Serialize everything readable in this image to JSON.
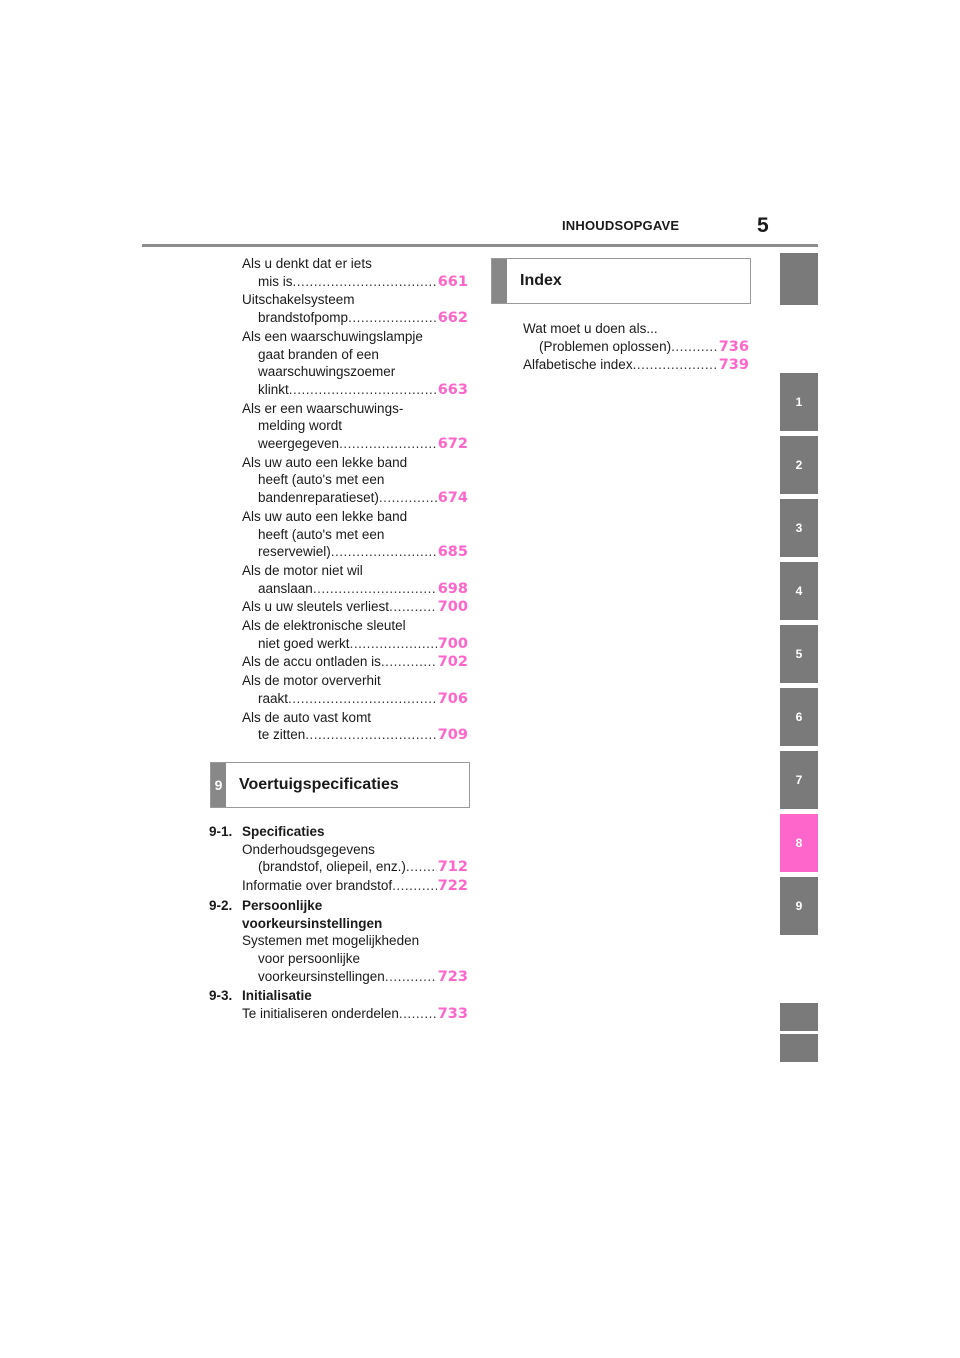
{
  "header": {
    "title": "INHOUDSOPGAVE",
    "page_number": "5"
  },
  "left_column": {
    "entries": [
      {
        "lines": [
          "Als u denkt dat er iets"
        ],
        "last": "mis is",
        "page": "661"
      },
      {
        "lines": [
          "Uitschakelsysteem"
        ],
        "last": "brandstofpomp",
        "page": "662"
      },
      {
        "lines": [
          "Als een waarschuwingslampje",
          "gaat branden of een",
          "waarschuwingszoemer"
        ],
        "last": "klinkt",
        "page": "663"
      },
      {
        "lines": [
          "Als er een waarschuwings-",
          "melding wordt"
        ],
        "last": "weergegeven",
        "page": "672"
      },
      {
        "lines": [
          "Als uw auto een lekke band",
          "heeft (auto's met een"
        ],
        "last": "bandenreparatieset)",
        "page": "674"
      },
      {
        "lines": [
          "Als uw auto een lekke band",
          "heeft (auto's met een"
        ],
        "last": "reservewiel)",
        "page": "685"
      },
      {
        "lines": [
          "Als de motor niet wil"
        ],
        "last": "aanslaan",
        "page": "698"
      },
      {
        "lines": [],
        "last": "Als u uw sleutels verliest",
        "page": "700"
      },
      {
        "lines": [
          "Als de elektronische sleutel"
        ],
        "last": "niet goed werkt",
        "page": "700"
      },
      {
        "lines": [],
        "last": "Als de accu ontladen is",
        "page": "702"
      },
      {
        "lines": [
          "Als de motor oververhit"
        ],
        "last": "raakt",
        "page": "706"
      },
      {
        "lines": [
          "Als de auto vast komt"
        ],
        "last": "te zitten",
        "page": "709"
      }
    ],
    "chapter_box": {
      "number": "9",
      "title": "Voertuigspecificaties"
    },
    "sections": [
      {
        "number": "9-1.",
        "title_lines": [
          "Specificaties"
        ],
        "entries": [
          {
            "lines": [
              "Onderhoudsgegevens"
            ],
            "last": "(brandstof, oliepeil, enz.)",
            "page": "712"
          },
          {
            "lines": [],
            "last": "Informatie over brandstof",
            "page": "722"
          }
        ]
      },
      {
        "number": "9-2.",
        "title_lines": [
          "Persoonlijke",
          "voorkeursinstellingen"
        ],
        "entries": [
          {
            "lines": [
              "Systemen met mogelijkheden",
              "voor persoonlijke"
            ],
            "last": "voorkeursinstellingen",
            "page": "723"
          }
        ]
      },
      {
        "number": "9-3.",
        "title_lines": [
          "Initialisatie"
        ],
        "entries": [
          {
            "lines": [],
            "last": "Te initialiseren onderdelen",
            "page": "733"
          }
        ]
      }
    ]
  },
  "right_column": {
    "index_box": {
      "title": "Index"
    },
    "entries": [
      {
        "lines": [
          "Wat moet u doen als..."
        ],
        "last": "(Problemen oplossen)",
        "page": "736"
      },
      {
        "lines": [],
        "last": "Alfabetische index",
        "page": "739"
      }
    ]
  },
  "side_tabs": [
    "",
    "1",
    "2",
    "3",
    "4",
    "5",
    "6",
    "7",
    "8",
    "9",
    "",
    ""
  ],
  "active_tab": "8",
  "colors": {
    "page_number": "#ff66cc",
    "tab_gray": "#7a7a7a",
    "active_tab": "#ff66cc"
  }
}
